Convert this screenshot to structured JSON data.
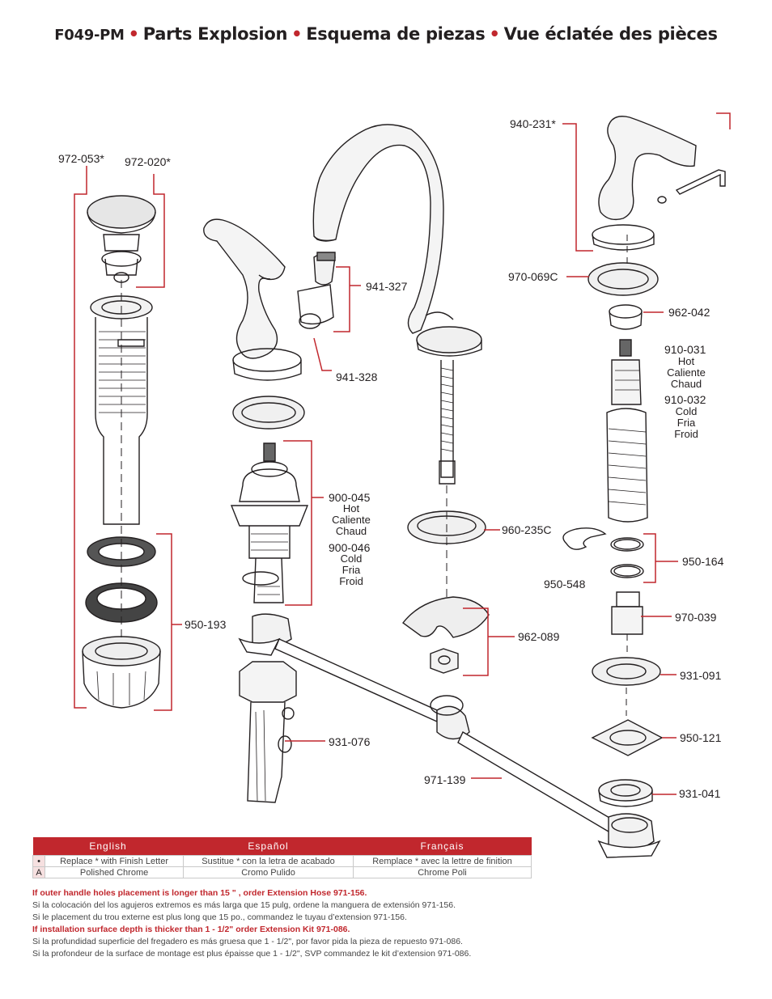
{
  "title": {
    "model": "F049-PM",
    "separator": "•",
    "en": "Parts Explosion",
    "es": "Esquema de piezas",
    "fr": "Vue éclatée des pièces"
  },
  "colors": {
    "accent": "#c1272d",
    "line": "#231f20"
  },
  "parts": {
    "p972_053": "972-053*",
    "p972_020": "972-020*",
    "p950_193": "950-193",
    "p941_327": "941-327",
    "p941_328": "941-328",
    "p900_045": "900-045",
    "p900_045_sub": [
      "Hot",
      "Caliente",
      "Chaud"
    ],
    "p900_046": "900-046",
    "p900_046_sub": [
      "Cold",
      "Fria",
      "Froid"
    ],
    "p931_076": "931-076",
    "p960_235C": "960-235C",
    "p962_089": "962-089",
    "p971_139": "971-139",
    "p940_231": "940-231*",
    "p970_069C": "970-069C",
    "p962_042": "962-042",
    "p910_031": "910-031",
    "p910_031_sub": [
      "Hot",
      "Caliente",
      "Chaud"
    ],
    "p910_032": "910-032",
    "p910_032_sub": [
      "Cold",
      "Fria",
      "Froid"
    ],
    "p950_164": "950-164",
    "p950_548": "950-548",
    "p970_039": "970-039",
    "p931_091": "931-091",
    "p950_121": "950-121",
    "p931_041": "931-041"
  },
  "legend": {
    "headers": [
      "English",
      "Español",
      "Français"
    ],
    "rows": [
      {
        "code": "•",
        "en": "Replace * with Finish Letter",
        "es": "Sustitue * con la letra de acabado",
        "fr": "Remplace * avec la lettre de finition"
      },
      {
        "code": "A",
        "en": "Polished Chrome",
        "es": "Cromo Pulido",
        "fr": "Chrome Poli"
      }
    ]
  },
  "notes": {
    "hose_en": "If outer handle holes placement is longer than 15 \" , order Extension Hose  971-156.",
    "hose_es": "Si la colocación del los agujeros extremos es más larga que 15 pulg, ordene la manguera de extensión 971-156.",
    "hose_fr": "Si le placement du trou externe est plus long que 15 po., commandez le tuyau d’extension 971-156.",
    "kit_en": "If installation surface depth is thicker than 1 - 1/2\" order Extension Kit 971-086.",
    "kit_es": "Si la profundidad superficie del fregadero es más gruesa que 1 - 1/2\", por favor pida la pieza de repuesto 971-086.",
    "kit_fr": "Si la profondeur de la surface de montage est plus épaisse que 1 - 1/2\", SVP commandez le kit d’extension 971-086."
  }
}
